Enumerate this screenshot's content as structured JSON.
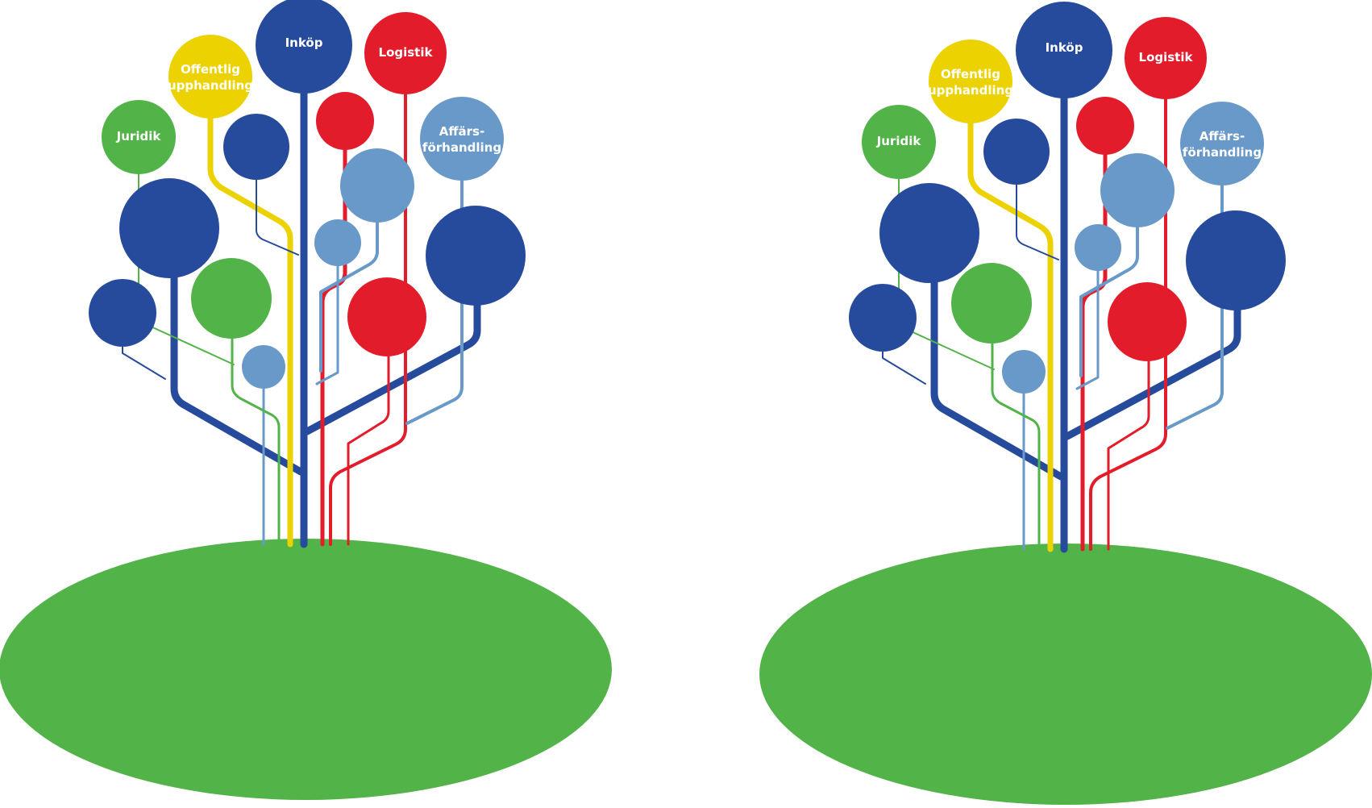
{
  "colors": {
    "dark_blue": "#274b9c",
    "light_blue": "#6899c8",
    "green": "#52b348",
    "yellow": "#ecd200",
    "red": "#e21c2a",
    "label_text": "#ffffff",
    "ground": "#52b348",
    "background": "#ffffff"
  },
  "trees": [
    {
      "name": "left-tree",
      "labels": {
        "inkop": "Inköp",
        "logistik": "Logistik",
        "offentlig_line1": "Offentlig",
        "offentlig_line2": "upphandling",
        "juridik": "Juridik",
        "affars_line1": "Affärs-",
        "affars_line2": "förhandling"
      }
    },
    {
      "name": "right-tree",
      "labels": {
        "inkop": "Inköp",
        "logistik": "Logistik",
        "offentlig_line1": "Offentlig",
        "offentlig_line2": "upphandling",
        "juridik": "Juridik",
        "affars_line1": "Affärs-",
        "affars_line2": "förhandling"
      }
    }
  ]
}
